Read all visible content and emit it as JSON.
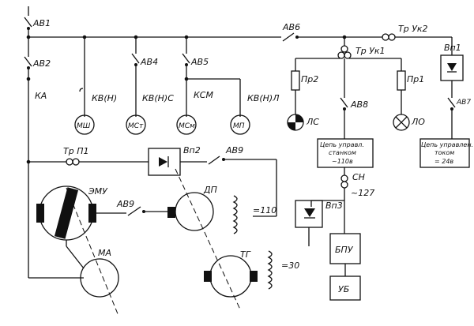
{
  "labels": {
    "av1": "АВ1",
    "av2": "АВ2",
    "ka": "КА",
    "kv_n_1": "КВ(Н)",
    "av4": "АВ4",
    "kv_n_c": "КВ(Н)С",
    "av5": "АВ5",
    "ksm": "КСМ",
    "kv_n_l": "КВ(Н)Л",
    "msh": "МШ",
    "mst": "МСт",
    "msm": "МСм",
    "mp": "МП",
    "av6": "АВ6",
    "tr_uk2": "Тр Ук2",
    "tr_uk1": "Тр Ук1",
    "pr2": "Пр2",
    "pr1": "Пр1",
    "vp1": "Вп1",
    "lc": "ЛС",
    "av8": "АВ8",
    "lo": "ЛО",
    "av7": "АВ7",
    "tr_p1": "Тр П1",
    "vp2": "Вп2",
    "av9_top": "АВ9",
    "emu": "ЭМУ",
    "av9_mid": "АВ9",
    "dp": "ДП",
    "v110": "=110",
    "ma": "МА",
    "tg": "ТГ",
    "v30": "=30",
    "vp3": "Вп3",
    "cn": "СН",
    "v127": "~127",
    "box1_l1": "Цепь управл.",
    "box1_l2": "станком",
    "box1_l3": "~110в",
    "box2_l1": "Цепь управлен.",
    "box2_l2": "током",
    "box2_l3": "= 24в",
    "bpu": "БПУ",
    "ub": "УБ"
  }
}
